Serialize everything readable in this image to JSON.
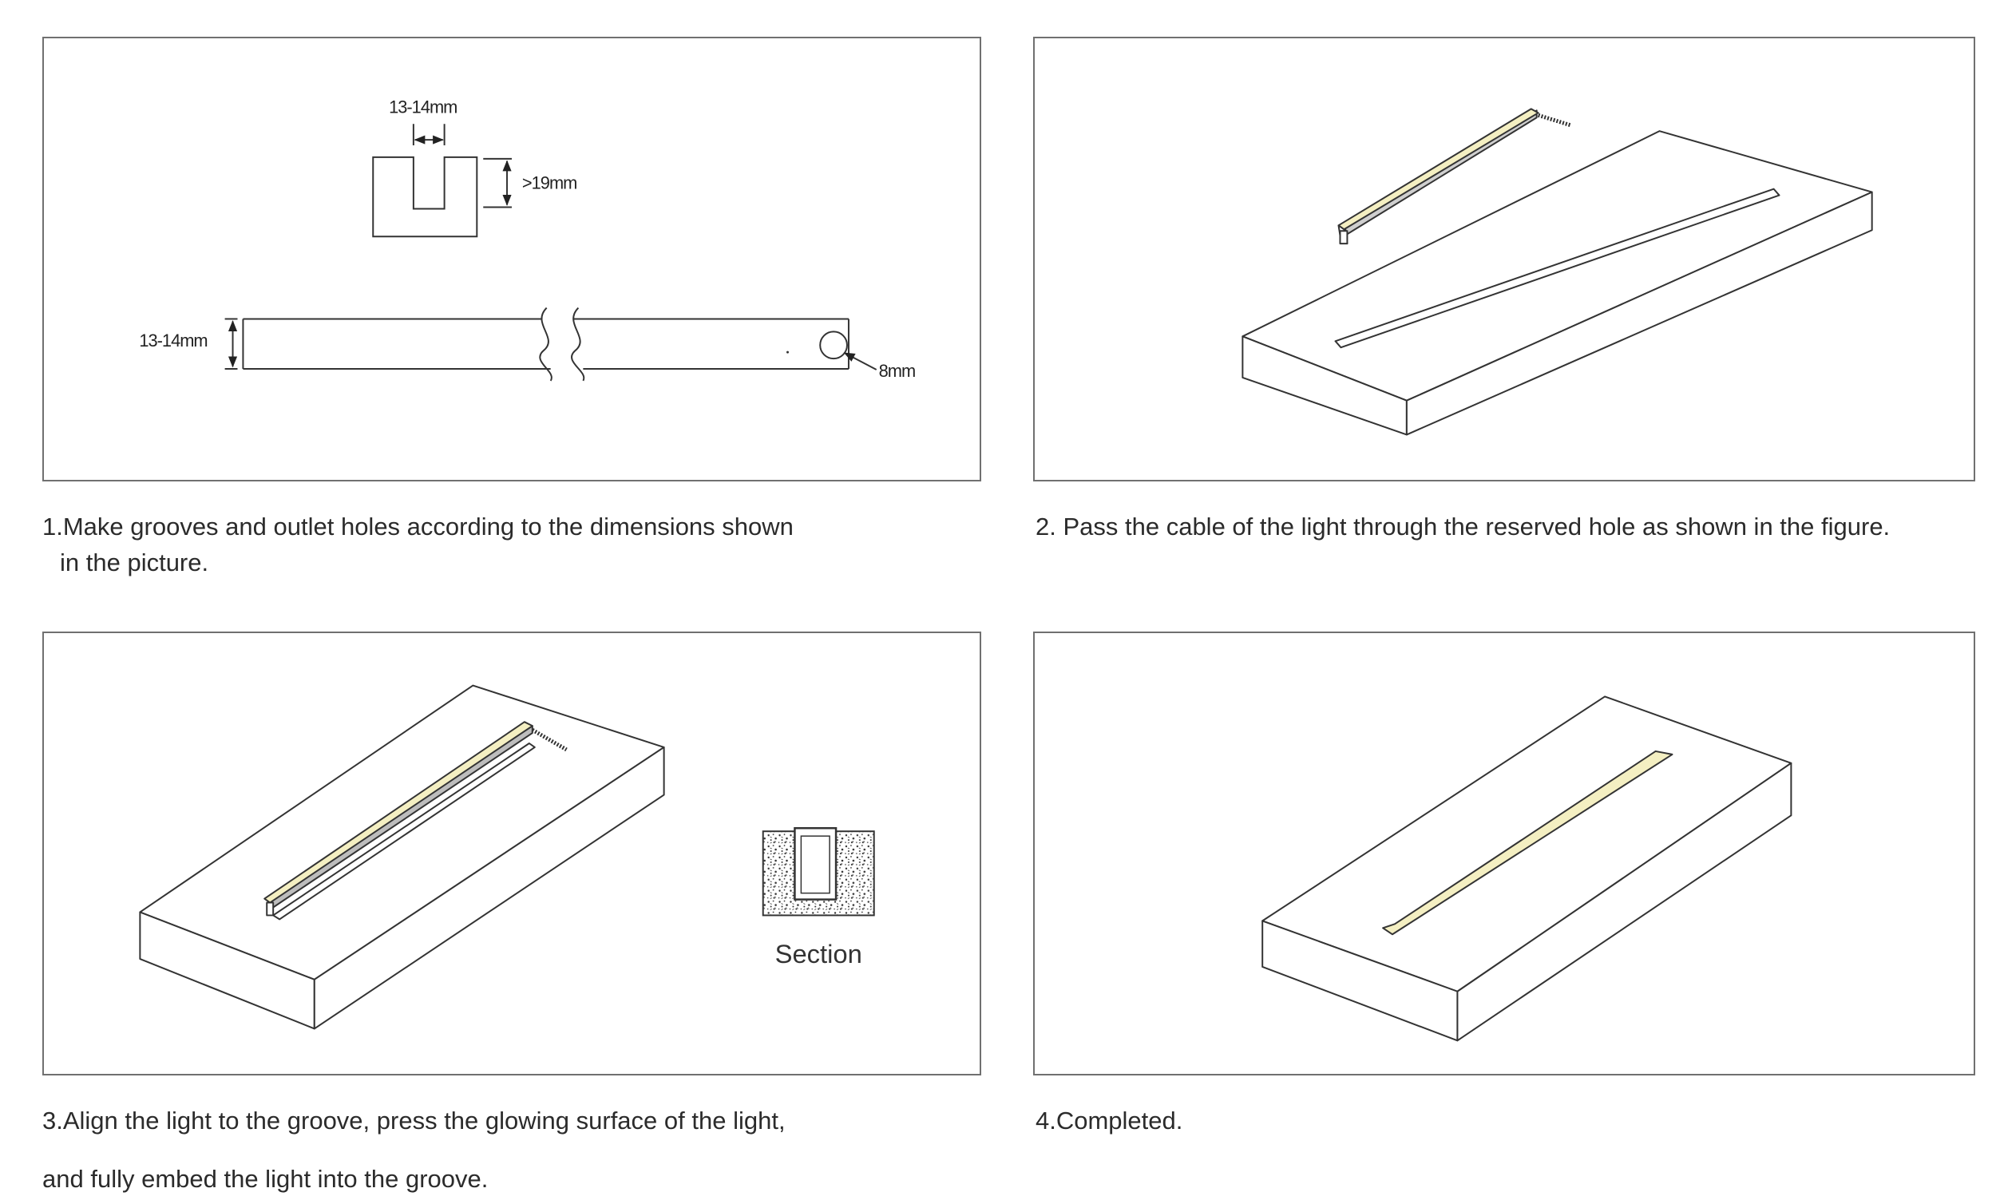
{
  "steps": [
    {
      "caption_lines": [
        "1.Make grooves and outlet holes according to the dimensions shown",
        "in the picture."
      ],
      "dimensions": {
        "groove_width": "13-14mm",
        "groove_depth": ">19mm",
        "strip_width": "13-14mm",
        "hole_diameter": "8mm"
      }
    },
    {
      "caption_lines": [
        "2. Pass the cable of the light through the reserved hole as shown in the figure."
      ]
    },
    {
      "caption_lines": [
        "3.Align the light to the groove, press the glowing surface of the light,",
        "and fully embed the light into the groove."
      ],
      "section_label": "Section"
    },
    {
      "caption_lines": [
        "4.Completed."
      ]
    }
  ],
  "colors": {
    "glow": "#f4efc2",
    "line": "#333333",
    "frame": "#707070"
  }
}
